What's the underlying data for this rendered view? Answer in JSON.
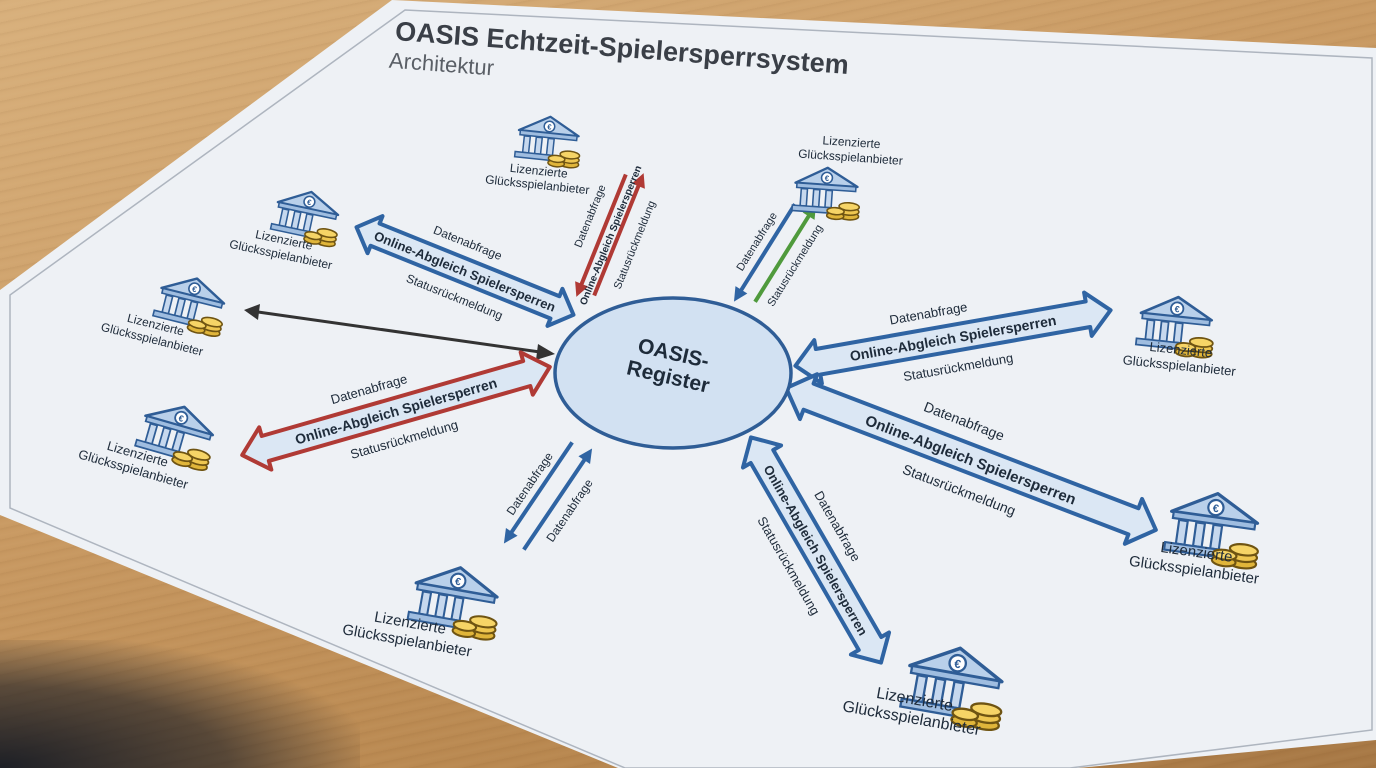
{
  "title": "OASIS Echtzeit-Spielersperrsystem",
  "subtitle": "Architektur",
  "center": {
    "line1": "OASIS-",
    "line2": "Register"
  },
  "node_label": {
    "line1": "Lizenzierte",
    "line2": "Glücksspielanbieter"
  },
  "arrow_labels": {
    "query": "Datenabfrage",
    "match": "Online-Abgleich Spielersperren",
    "status": "Statusrückmeldung"
  },
  "colors": {
    "blue": "#2f64a3",
    "red": "#b03a35",
    "green": "#4f9a3c",
    "dark": "#333333",
    "arrow_fill": "#dbe7f4",
    "center_fill": "#d2e1f2"
  },
  "icons": [
    "bank-euro-icon",
    "coin-stack-icon"
  ]
}
